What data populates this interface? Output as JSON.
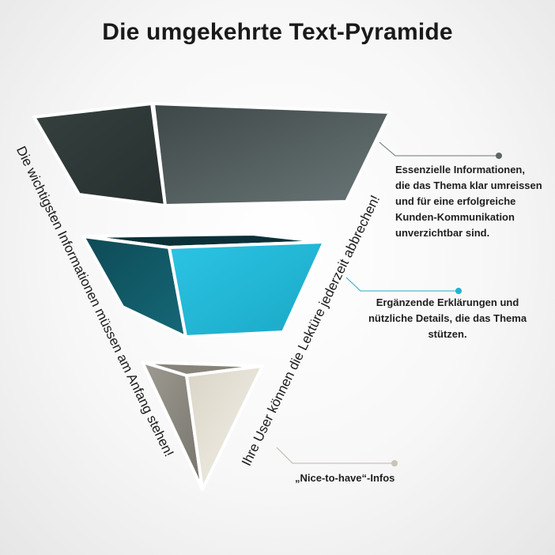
{
  "title": "Die umgekehrte Text-Pyramide",
  "levels": [
    {
      "description_lines": [
        "Essenzielle Informationen,",
        "die das Thema klar umreissen",
        "und für eine erfolgreiche",
        "Kunden-Kommunikation",
        "unverzichtbar sind."
      ],
      "color": "#4f5b5c"
    },
    {
      "description_lines": [
        "Ergänzende Erklärungen und",
        "nützliche Details, die das Thema",
        "stützen."
      ],
      "color": "#24b6d4"
    },
    {
      "description_lines": [
        "„Nice-to-have“-Infos"
      ],
      "color": "#ece9dc"
    }
  ],
  "side_labels": {
    "left": "Die wichtigsten Informationen müssen am Anfang stehen!",
    "right": "Ihre User können die Lektüre jederzeit abbrechen!"
  }
}
